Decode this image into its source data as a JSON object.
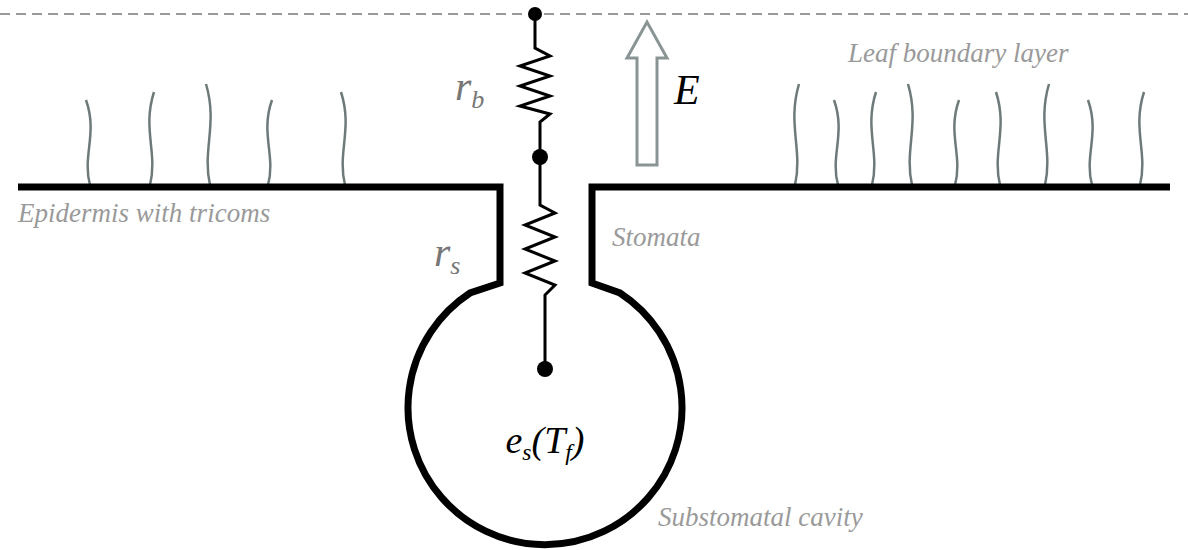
{
  "diagram": {
    "nodes": [
      {
        "text": [
          "es(Tf)"
        ]
      }
    ],
    "labels": [
      "rb",
      "E",
      "rs",
      "Leaf boundary layer",
      "Epidermis with tricoms",
      "Stomata",
      "Substomatal cavity"
    ]
  }
}
